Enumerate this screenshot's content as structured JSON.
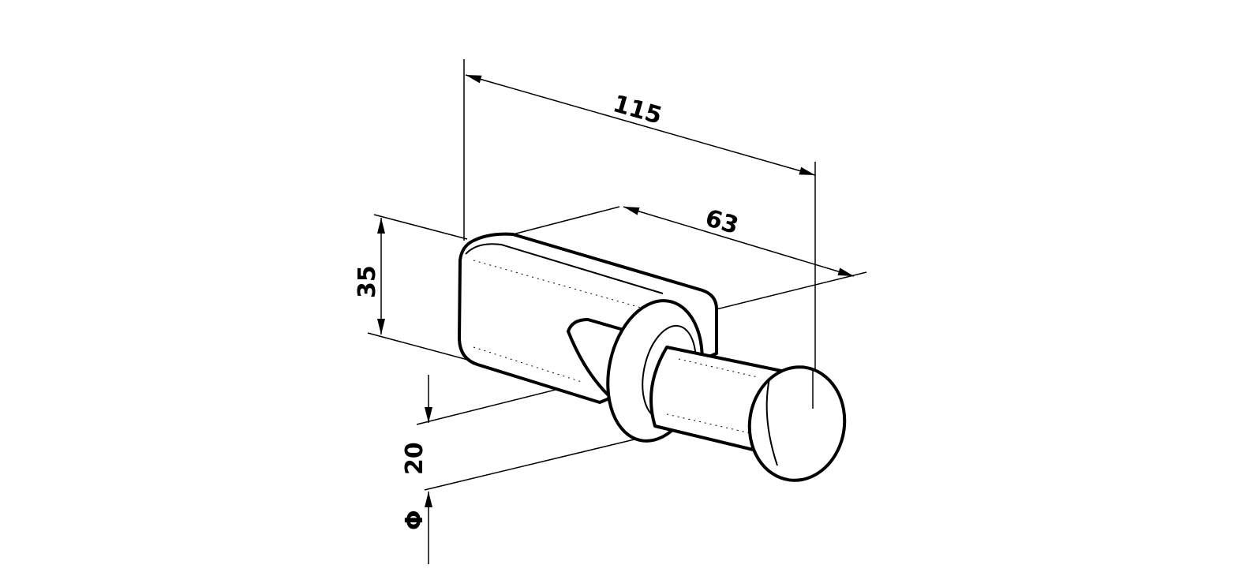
{
  "drawing": {
    "subject": "hook",
    "dimensions": {
      "overall_length": "115",
      "base_length": "63",
      "base_height": "35",
      "pin_diameter_value": "20",
      "diameter_symbol": "Φ"
    },
    "colors": {
      "line": "#000000",
      "background": "#ffffff"
    }
  }
}
